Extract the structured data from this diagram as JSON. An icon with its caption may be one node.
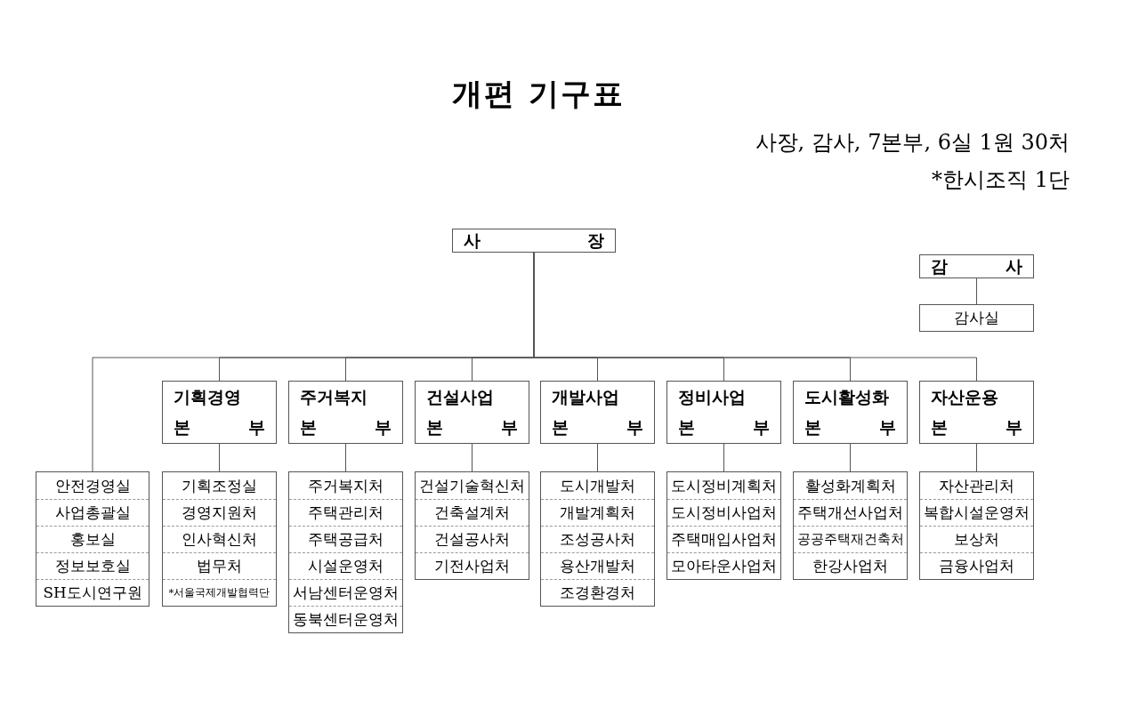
{
  "diagram": {
    "title": "개편 기구표",
    "nodes": [
      {
        "text": [
          "사 장"
        ]
      },
      {
        "text": [
          "감 사"
        ]
      },
      {
        "text": [
          "감사실"
        ]
      },
      {
        "text": [
          "안전경영실",
          "사업총괄실",
          "홍보실",
          "정보보호실",
          "SH도시연구원"
        ]
      },
      {
        "text": [
          "기획경영",
          "본 부"
        ]
      },
      {
        "text": [
          "기획조정실",
          "경영지원처",
          "인사혁신처",
          "법무처",
          "*서울국제개발협력단"
        ]
      },
      {
        "text": [
          "주거복지",
          "본 부"
        ]
      },
      {
        "text": [
          "주거복지처",
          "주택관리처",
          "주택공급처",
          "시설운영처",
          "서남센터운영처",
          "동북센터운영처"
        ]
      },
      {
        "text": [
          "건설사업",
          "본 부"
        ]
      },
      {
        "text": [
          "건설기술혁신처",
          "건축설계처",
          "건설공사처",
          "기전사업처"
        ]
      },
      {
        "text": [
          "개발사업",
          "본 부"
        ]
      },
      {
        "text": [
          "도시개발처",
          "개발계획처",
          "조성공사처",
          "용산개발처",
          "조경환경처"
        ]
      },
      {
        "text": [
          "정비사업",
          "본 부"
        ]
      },
      {
        "text": [
          "도시정비계획처",
          "도시정비사업처",
          "주택매입사업처",
          "모아타운사업처"
        ]
      },
      {
        "text": [
          "도시활성화",
          "본 부"
        ]
      },
      {
        "text": [
          "활성화계획처",
          "주택개선사업처",
          "공공주택재건축처",
          "한강사업처"
        ]
      },
      {
        "text": [
          "자산운용",
          "본 부"
        ]
      },
      {
        "text": [
          "자산관리처",
          "복합시설운영처",
          "보상처",
          "금융사업처"
        ]
      }
    ],
    "edges": [
      {
        "from": 1,
        "to": 2,
        "arrow": "none"
      },
      {
        "from": 0,
        "to": 3,
        "arrow": "none"
      },
      {
        "from": 0,
        "to": 4,
        "arrow": "none"
      },
      {
        "from": 0,
        "to": 6,
        "arrow": "none"
      },
      {
        "from": 0,
        "to": 8,
        "arrow": "none"
      },
      {
        "from": 0,
        "to": 10,
        "arrow": "none"
      },
      {
        "from": 0,
        "to": 12,
        "arrow": "none"
      },
      {
        "from": 0,
        "to": 14,
        "arrow": "none"
      },
      {
        "from": 0,
        "to": 16,
        "arrow": "none"
      },
      {
        "from": 4,
        "to": 5,
        "arrow": "none"
      },
      {
        "from": 6,
        "to": 7,
        "arrow": "none"
      },
      {
        "from": 8,
        "to": 9,
        "arrow": "none"
      },
      {
        "from": 10,
        "to": 11,
        "arrow": "none"
      },
      {
        "from": 12,
        "to": 13,
        "arrow": "none"
      },
      {
        "from": 14,
        "to": 15,
        "arrow": "none"
      },
      {
        "from": 16,
        "to": 17,
        "arrow": "none"
      }
    ],
    "labels": [
      "사장, 감사, 7본부, 6실 1원 30처",
      "*한시조직 1단"
    ]
  }
}
